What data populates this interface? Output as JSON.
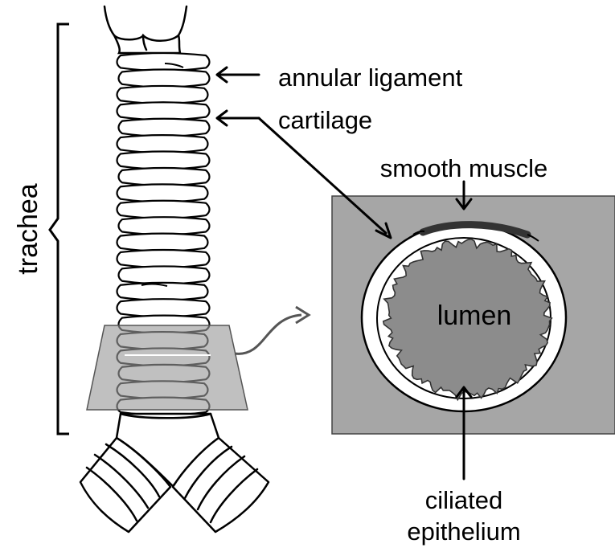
{
  "labels": {
    "trachea": "trachea",
    "annular_ligament": "annular ligament",
    "cartilage": "cartilage",
    "smooth_muscle": "smooth muscle",
    "lumen": "lumen",
    "ciliated_line1": "ciliated",
    "ciliated_line2": "epithelium"
  },
  "colors": {
    "line": "#000000",
    "plane_fill": "#9a9a9a",
    "panel_fill": "#a6a6a6",
    "lumen_fill": "#8c8c8c",
    "cartilage_fill": "#ffffff",
    "muscle": "#3c3c3c"
  }
}
